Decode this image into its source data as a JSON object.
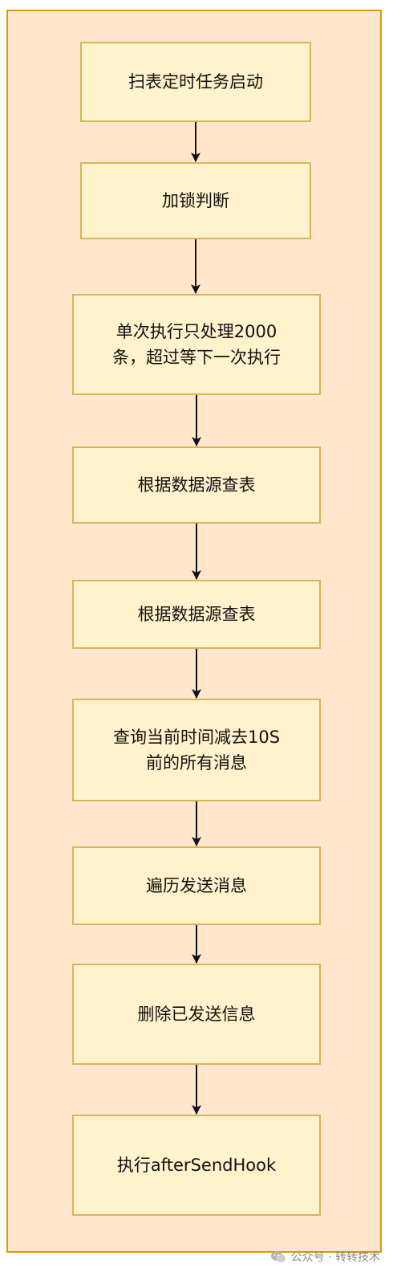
{
  "flowchart": {
    "nodes": [
      {
        "id": "n1",
        "label": "扫表定时任务启动"
      },
      {
        "id": "n2",
        "label": "加锁判断"
      },
      {
        "id": "n3",
        "label": "单次执行只处理2000\n条，超过等下一次执行"
      },
      {
        "id": "n4",
        "label": "根据数据源查表"
      },
      {
        "id": "n5",
        "label": "根据数据源查表"
      },
      {
        "id": "n6",
        "label": "查询当前时间减去10S\n前的所有消息"
      },
      {
        "id": "n7",
        "label": "遍历发送消息"
      },
      {
        "id": "n8",
        "label": "删除已发送信息"
      },
      {
        "id": "n9",
        "label": "执行afterSendHook"
      }
    ],
    "edges": [
      {
        "from": "n1",
        "to": "n2"
      },
      {
        "from": "n2",
        "to": "n3"
      },
      {
        "from": "n3",
        "to": "n4"
      },
      {
        "from": "n4",
        "to": "n5"
      },
      {
        "from": "n5",
        "to": "n6"
      },
      {
        "from": "n6",
        "to": "n7"
      },
      {
        "from": "n7",
        "to": "n8"
      },
      {
        "from": "n8",
        "to": "n9"
      }
    ]
  },
  "watermark": {
    "text": "公众号 · 转转技术",
    "icon": "wechat-icon"
  },
  "colors": {
    "container_fill": "#ffe6cc",
    "container_border": "#d79b00",
    "node_fill": "#fff2cc",
    "node_border": "#d6b656",
    "arrow": "#111111"
  }
}
